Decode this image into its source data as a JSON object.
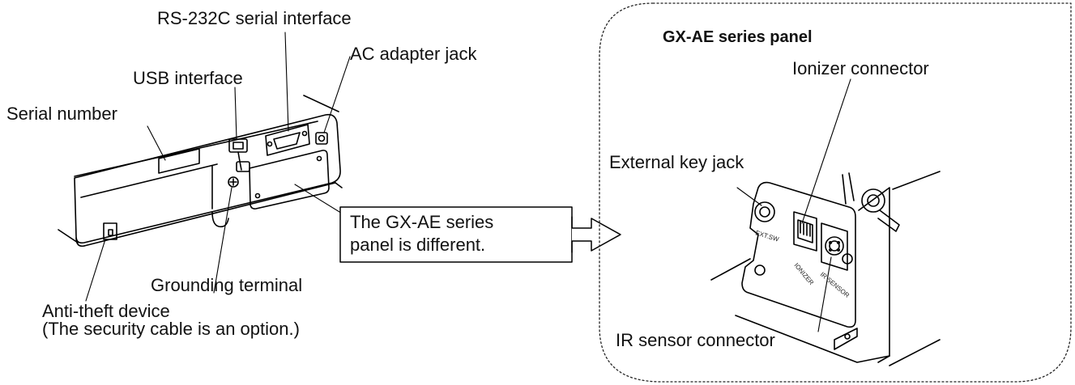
{
  "labels": {
    "rs232c": "RS-232C serial interface",
    "usb": "USB interface",
    "ac_adapter": "AC adapter jack",
    "serial_number": "Serial number",
    "grounding": "Grounding terminal",
    "anti_theft_line1": "Anti-theft device",
    "anti_theft_line2": "(The security cable is an option.)",
    "callout_line1": "The GX-AE series",
    "callout_line2": "panel is different."
  },
  "gx_panel": {
    "title": "GX-AE series panel",
    "ionizer_connector": "Ionizer connector",
    "external_key_jack": "External key jack",
    "ir_sensor_connector": "IR sensor connector",
    "panel_text_ext_sw": "EXT.SW",
    "panel_text_ionizer": "IONIZER",
    "panel_text_ir_sensor": "IR SENSOR"
  }
}
